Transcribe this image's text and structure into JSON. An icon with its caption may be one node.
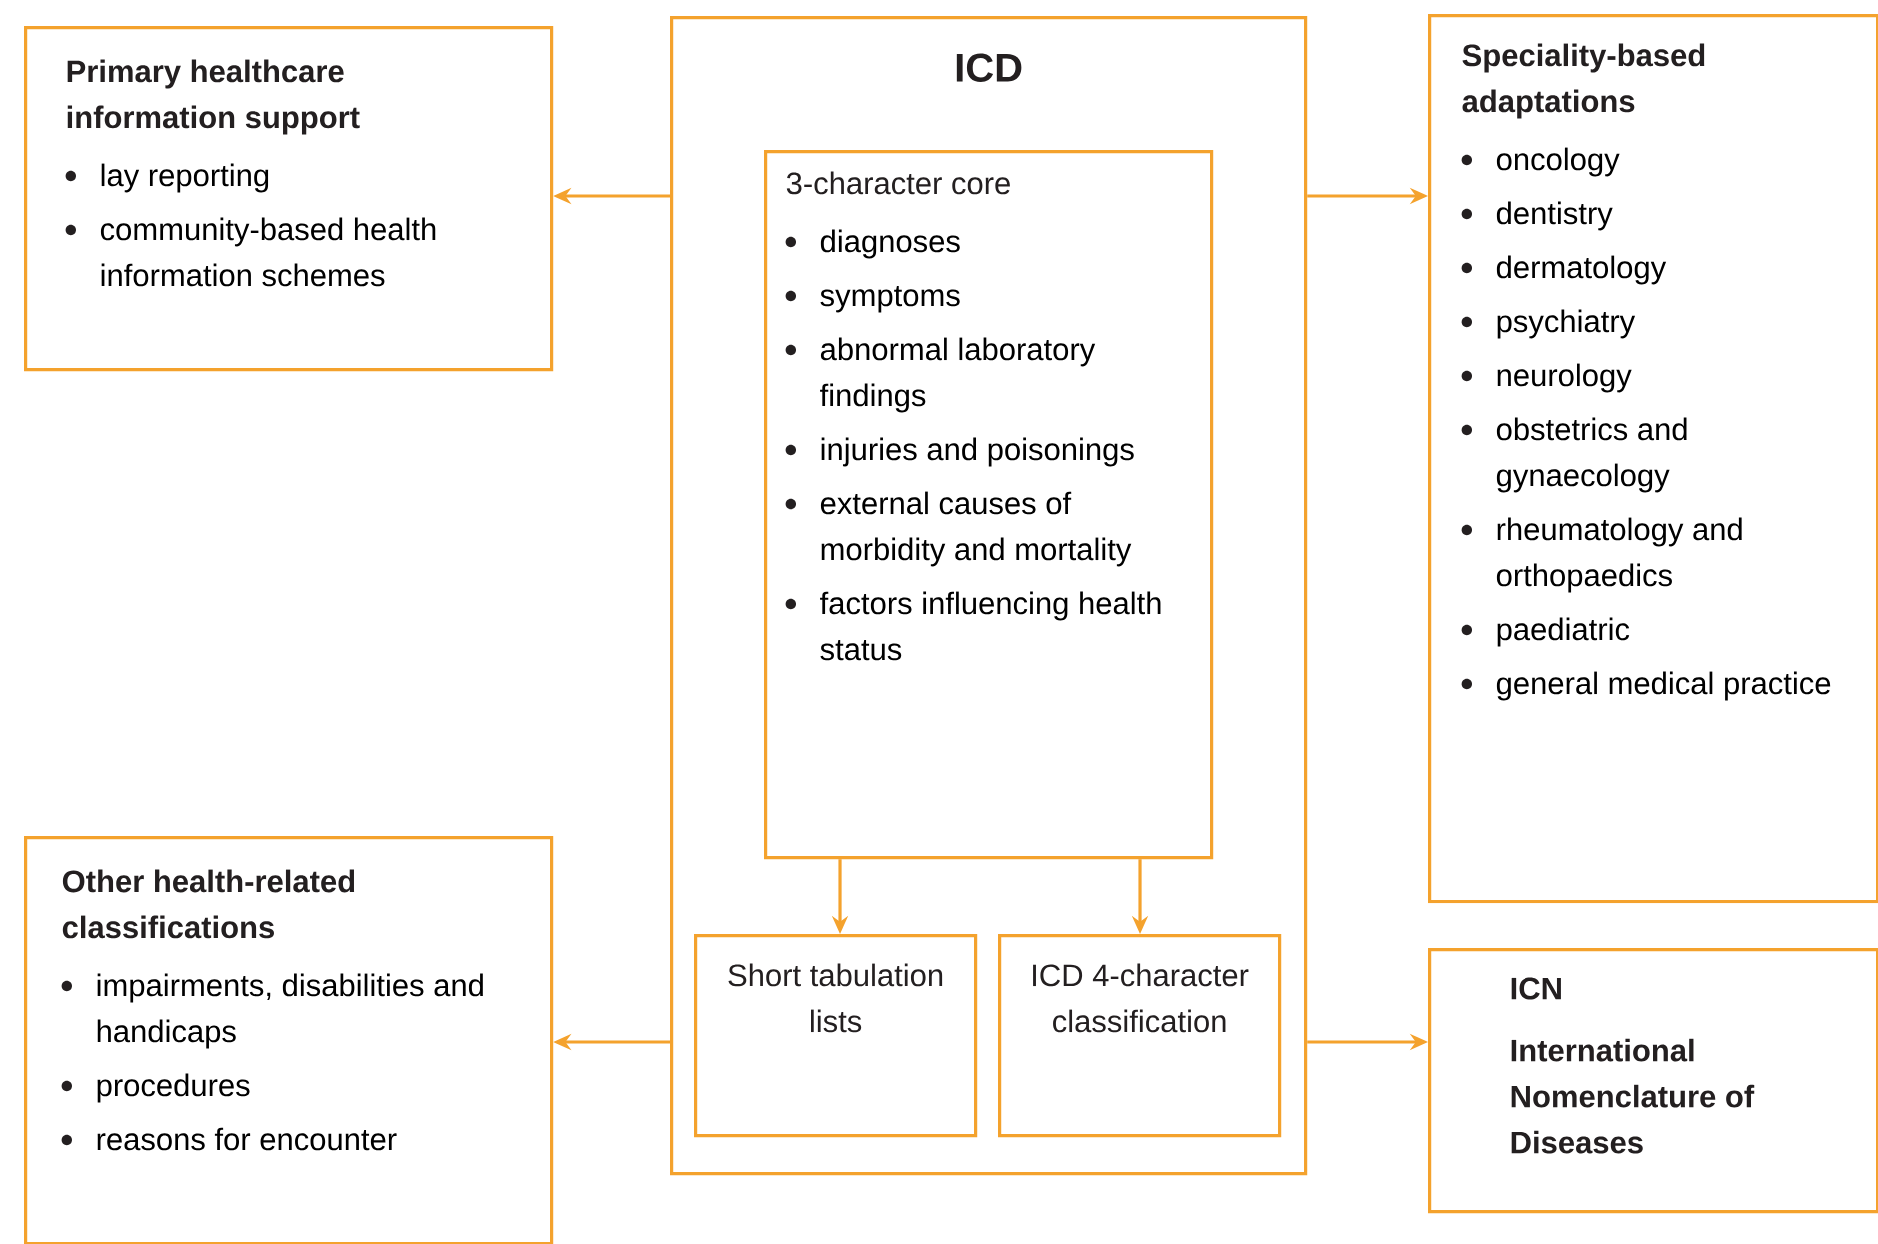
{
  "diagram": {
    "nodes": [
      {
        "text": [
          "Primary healthcare information support",
          "lay reporting",
          "community-based health information schemes"
        ]
      },
      {
        "text": [
          "ICD"
        ]
      },
      {
        "text": [
          "3-character core",
          "diagnoses",
          "symptoms",
          "abnormal laboratory findings",
          "injuries and poisonings",
          "external causes of morbidity and mortality",
          "factors influencing health status"
        ],
        "in": 1
      },
      {
        "text": [
          "Short tabulation lists"
        ],
        "in": 1
      },
      {
        "text": [
          "ICD 4-character classification"
        ],
        "in": 1
      },
      {
        "text": [
          "Speciality-based adaptations",
          "oncology",
          "dentistry",
          "dermatology",
          "psychiatry",
          "neurology",
          "obstetrics and gynaecology",
          "rheumatology and orthopaedics",
          "paediatric",
          "general medical practice"
        ]
      },
      {
        "text": [
          "Other health-related classifications",
          "impairments, disabilities and handicaps",
          "procedures",
          "reasons for encounter"
        ]
      },
      {
        "text": [
          "ICN",
          "International Nomenclature of Diseases"
        ]
      }
    ],
    "edges": [
      {
        "from": 1,
        "to": 0,
        "arrow": "to"
      },
      {
        "from": 1,
        "to": 5,
        "arrow": "to"
      },
      {
        "from": 1,
        "to": 6,
        "arrow": "to"
      },
      {
        "from": 1,
        "to": 7,
        "arrow": "to"
      },
      {
        "from": 2,
        "to": 3,
        "arrow": "to"
      },
      {
        "from": 2,
        "to": 4,
        "arrow": "to"
      }
    ]
  }
}
